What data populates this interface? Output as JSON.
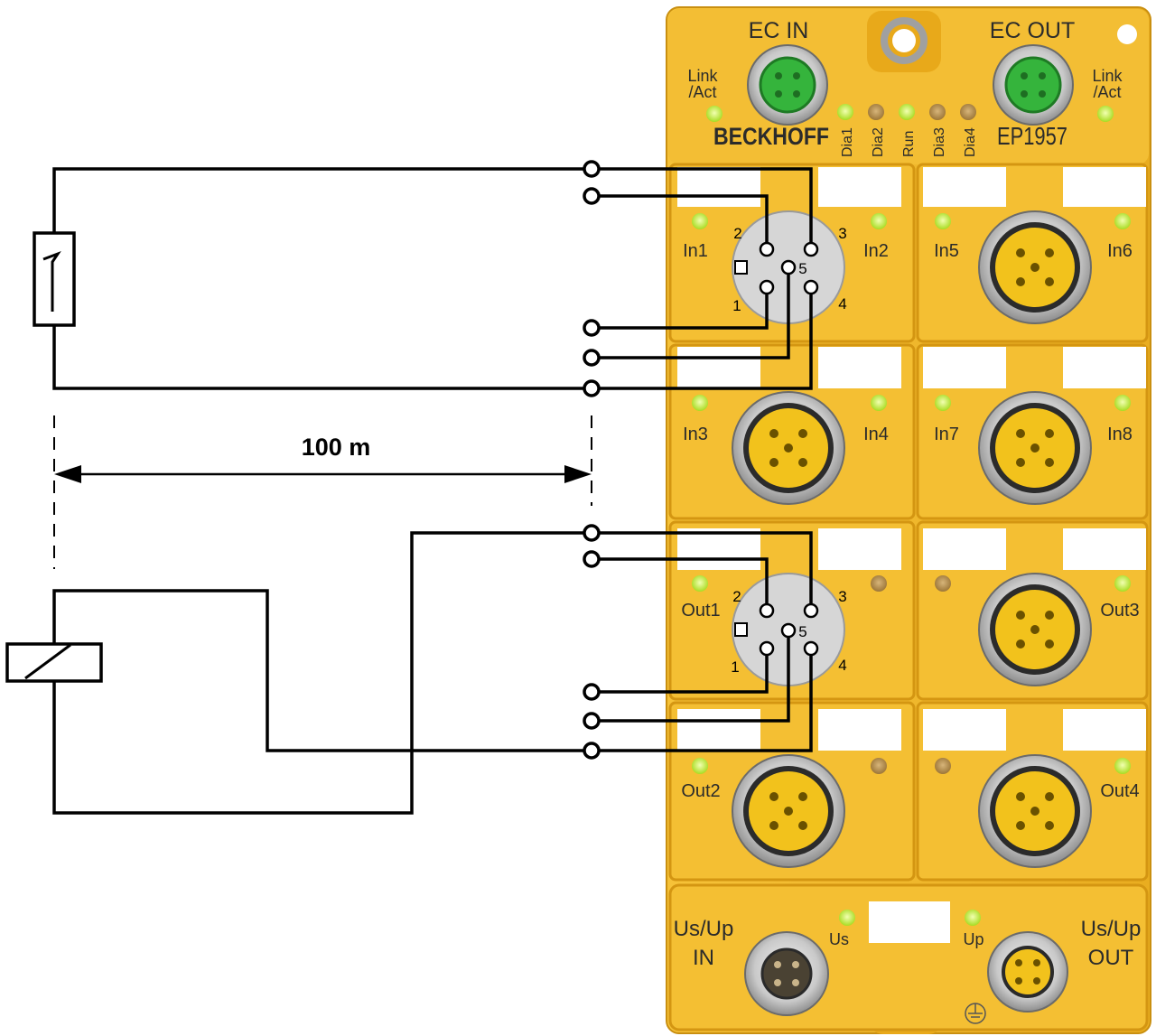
{
  "diagram": {
    "distance_label": "100 m"
  },
  "device": {
    "brand": "BECKHOFF",
    "model": "EP1957",
    "ec_in": "EC IN",
    "ec_out": "EC OUT",
    "link_act_left_1": "Link",
    "link_act_left_2": "/Act",
    "link_act_right_1": "Link",
    "link_act_right_2": "/Act",
    "leds": {
      "dia1": "Dia1",
      "dia2": "Dia2",
      "run": "Run",
      "dia3": "Dia3",
      "dia4": "Dia4"
    },
    "channels": {
      "in1": "In1",
      "in2": "In2",
      "in3": "In3",
      "in4": "In4",
      "in5": "In5",
      "in6": "In6",
      "in7": "In7",
      "in8": "In8",
      "out1": "Out1",
      "out2": "Out2",
      "out3": "Out3",
      "out4": "Out4"
    },
    "power": {
      "in_1": "Us/Up",
      "in_2": "IN",
      "out_1": "Us/Up",
      "out_2": "OUT",
      "us": "Us",
      "up": "Up"
    }
  },
  "pins": {
    "top": {
      "p1": "1",
      "p2": "2",
      "p3": "3",
      "p4": "4",
      "p5": "5"
    },
    "bottom": {
      "p1": "1",
      "p2": "2",
      "p3": "3",
      "p4": "4",
      "p5": "5"
    }
  },
  "colors": {
    "housing": "#F2B72B",
    "housing_dark": "#D99A12",
    "led_green": "#B8E830",
    "led_off": "#B08A4A",
    "ethernet_green": "#35B43C",
    "wire": "#000000"
  }
}
